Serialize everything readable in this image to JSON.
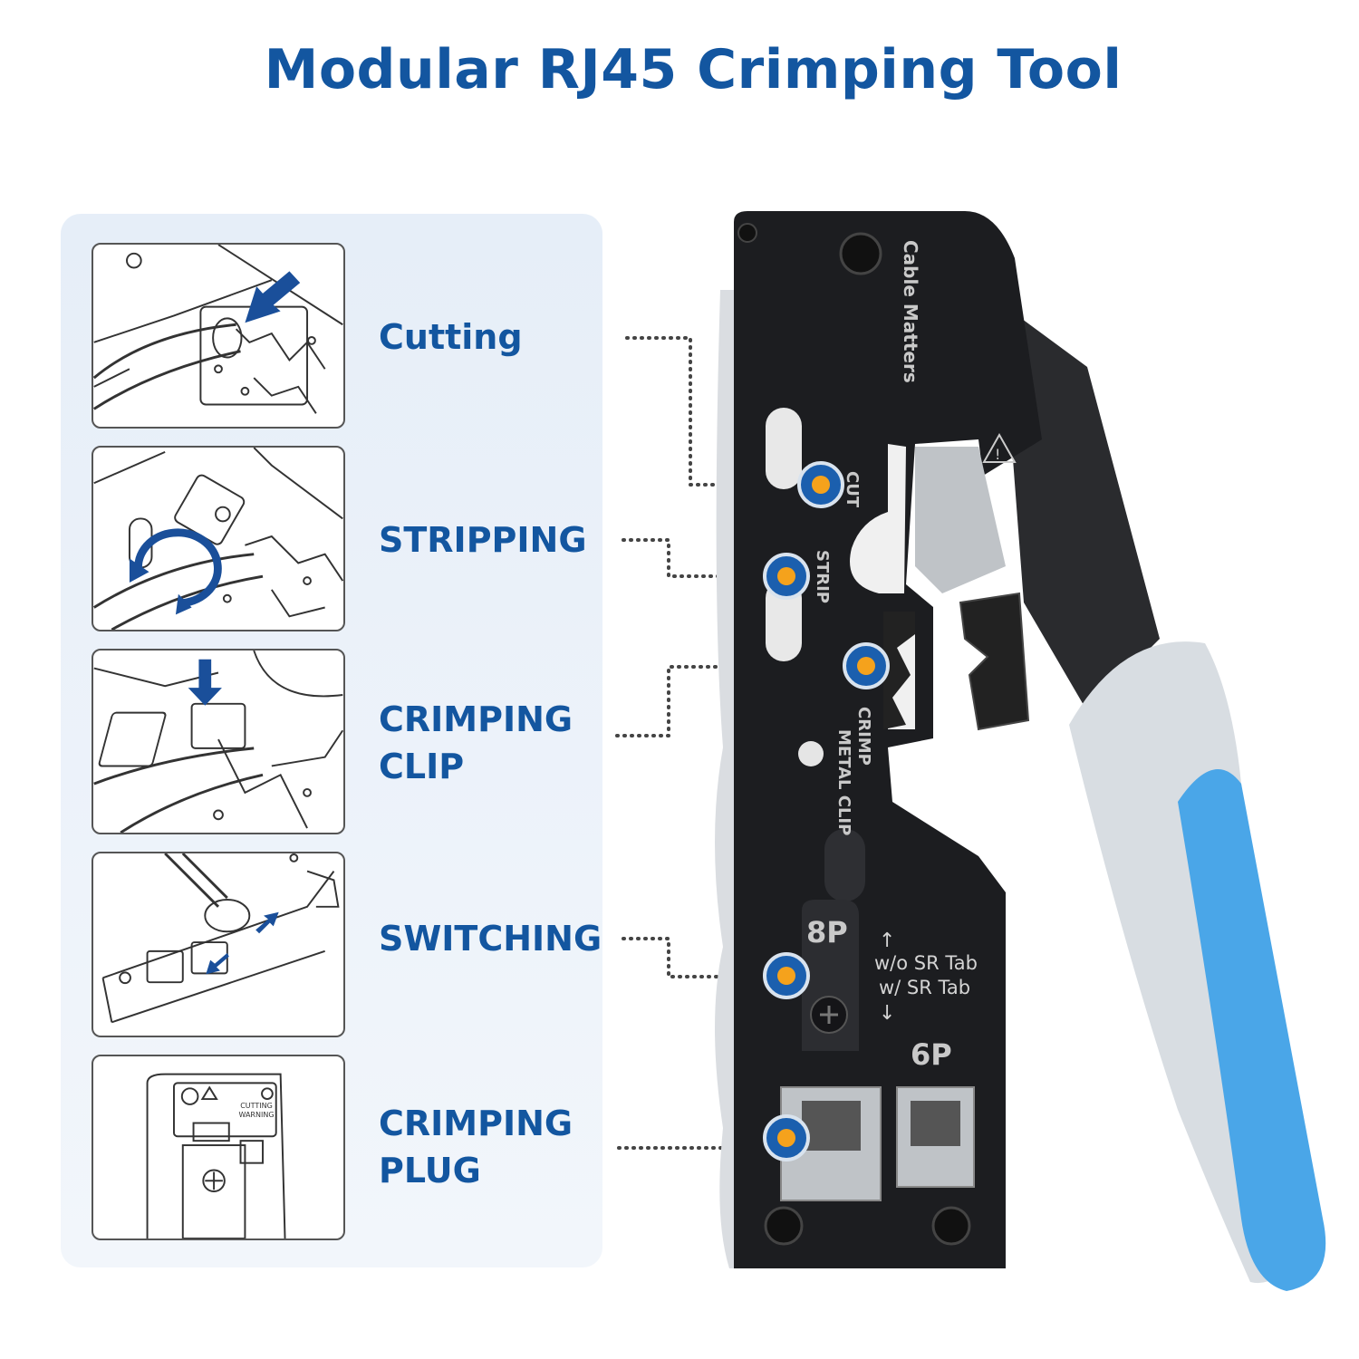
{
  "title": "Modular RJ45 Crimping Tool",
  "steps": [
    {
      "label_lines": [
        "Cutting"
      ]
    },
    {
      "label_lines": [
        "STRIPPING"
      ]
    },
    {
      "label_lines": [
        "CRIMPING",
        "CLIP"
      ]
    },
    {
      "label_lines": [
        "SWITCHING"
      ]
    },
    {
      "label_lines": [
        "CRIMPING",
        "PLUG"
      ]
    }
  ],
  "tool": {
    "brand": "Cable Matters",
    "cut": "CUT",
    "strip": "STRIP",
    "crimp_line1": "CRIMP",
    "crimp_line2": "METAL CLIP",
    "size_8p": "8P",
    "size_6p": "6P",
    "without_tab": "w/o SR Tab",
    "with_tab": "w/ SR Tab",
    "up_arrow": "↑",
    "down_arrow": "↓"
  },
  "plug_panel": {
    "warning_line1": "CUTTING",
    "warning_line2": "WARNING"
  },
  "colors": {
    "title": "#1356a0",
    "marker_outer": "#1b5fae",
    "marker_inner": "#f5a21c",
    "handle_blue": "#4aa6e8",
    "handle_grey": "#d8dde2",
    "tool_body": "#1c1d20"
  }
}
